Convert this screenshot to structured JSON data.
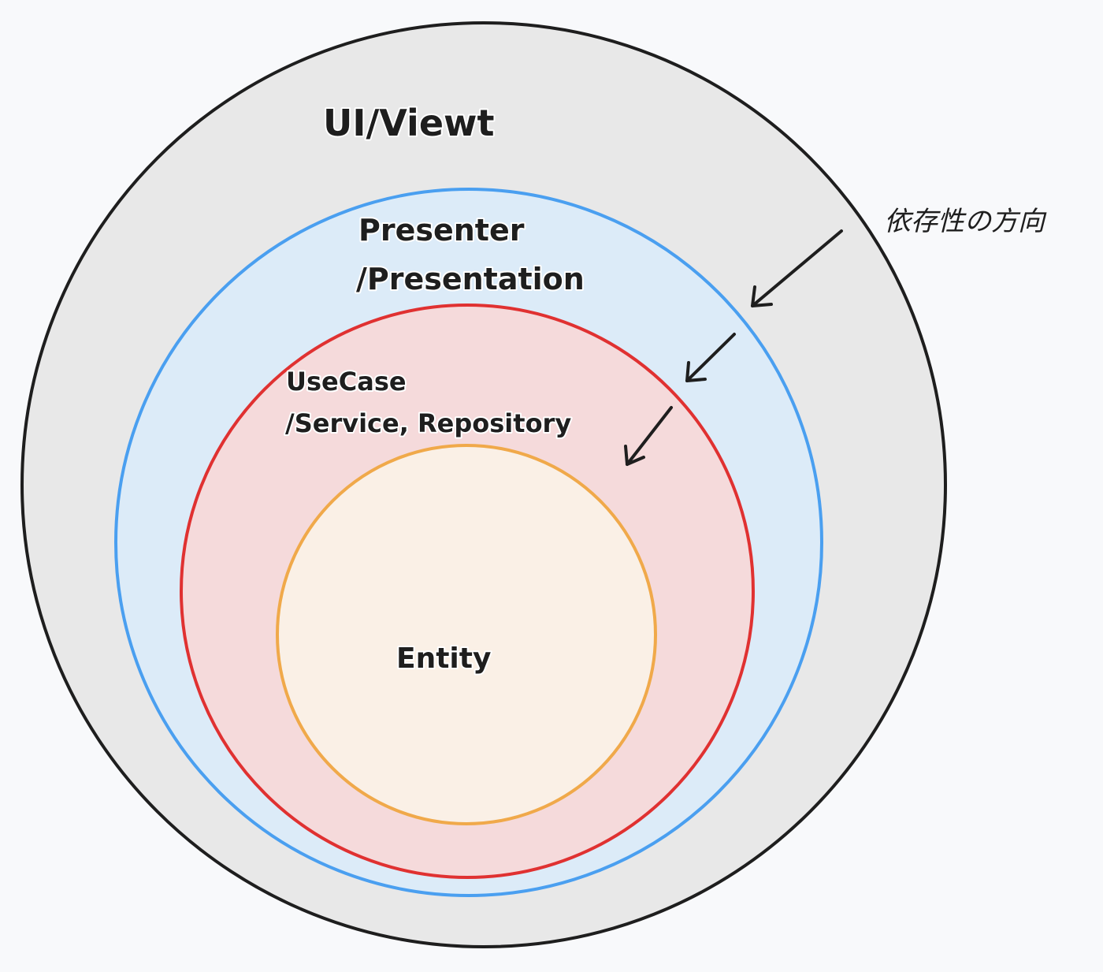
{
  "diagram": {
    "layers": [
      {
        "name": "ui-view",
        "label_lines": [
          "UI/Viewt"
        ],
        "fill": "#e8e8e8",
        "stroke": "#1e1e1e"
      },
      {
        "name": "presenter",
        "label_lines": [
          "Presenter",
          "/Presentation"
        ],
        "fill": "#dcebf8",
        "stroke": "#4a9ff0"
      },
      {
        "name": "usecase",
        "label_lines": [
          "UseCase",
          "/Service, Repository"
        ],
        "fill": "#f5dadb",
        "stroke": "#e03131"
      },
      {
        "name": "entity",
        "label_lines": [
          "Entity"
        ],
        "fill": "#faf0e6",
        "stroke": "#f0a94a"
      }
    ],
    "dependency_label": "依存性の方向",
    "arrow_color": "#1e1e1e"
  }
}
